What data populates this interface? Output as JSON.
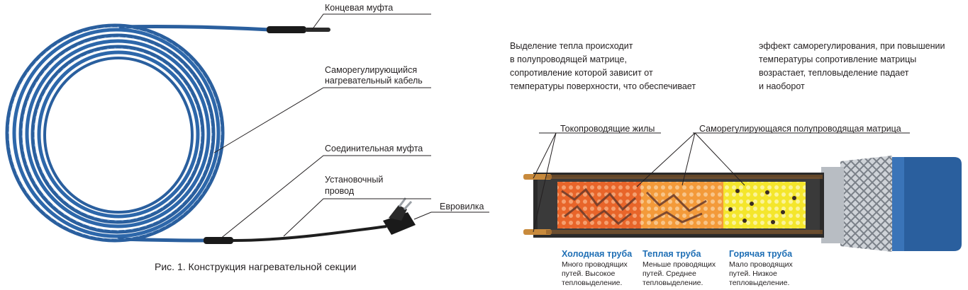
{
  "left_diagram": {
    "labels": {
      "end_coupling": "Концевая муфта",
      "cable_line1": "Саморегулирующийся",
      "cable_line2": "нагревательный кабель",
      "connecting_coupling": "Соединительная муфта",
      "install_wire_line1": "Установочный",
      "install_wire_line2": "провод",
      "euro_plug": "Евровилка"
    },
    "caption": "Рис. 1. Конструкция нагревательной секции"
  },
  "right_diagram": {
    "text_left": [
      "Выделение тепла происходит",
      "в полупроводящей матрице,",
      "сопротивление которой зависит от",
      "температуры поверхности, что обеспечивает"
    ],
    "text_right": [
      "эффект саморегулирования, при повышении",
      "температуры сопротивление матрицы",
      "возрастает, тепловыделение падает",
      "и наоборот"
    ],
    "labels": {
      "conductors": "Токопроводящие жилы",
      "matrix": "Саморегулирующаяся полупроводящая матрица"
    },
    "zones": [
      {
        "title": "Холодная труба",
        "desc": [
          "Много проводящих",
          "путей. Высокое",
          "тепловыделение."
        ]
      },
      {
        "title": "Теплая труба",
        "desc": [
          "Меньше проводящих",
          "путей. Среднее",
          "тепловыделение."
        ]
      },
      {
        "title": "Горячая труба",
        "desc": [
          "Мало проводящих",
          "путей. Низкое",
          "тепловыделение."
        ]
      }
    ]
  },
  "colors": {
    "cable_blue": "#2a5f9e",
    "cold_zone": "#e8652a",
    "warm_zone": "#f39a3a",
    "hot_zone": "#f4e62c",
    "zone_title": "#1f6fb5"
  }
}
